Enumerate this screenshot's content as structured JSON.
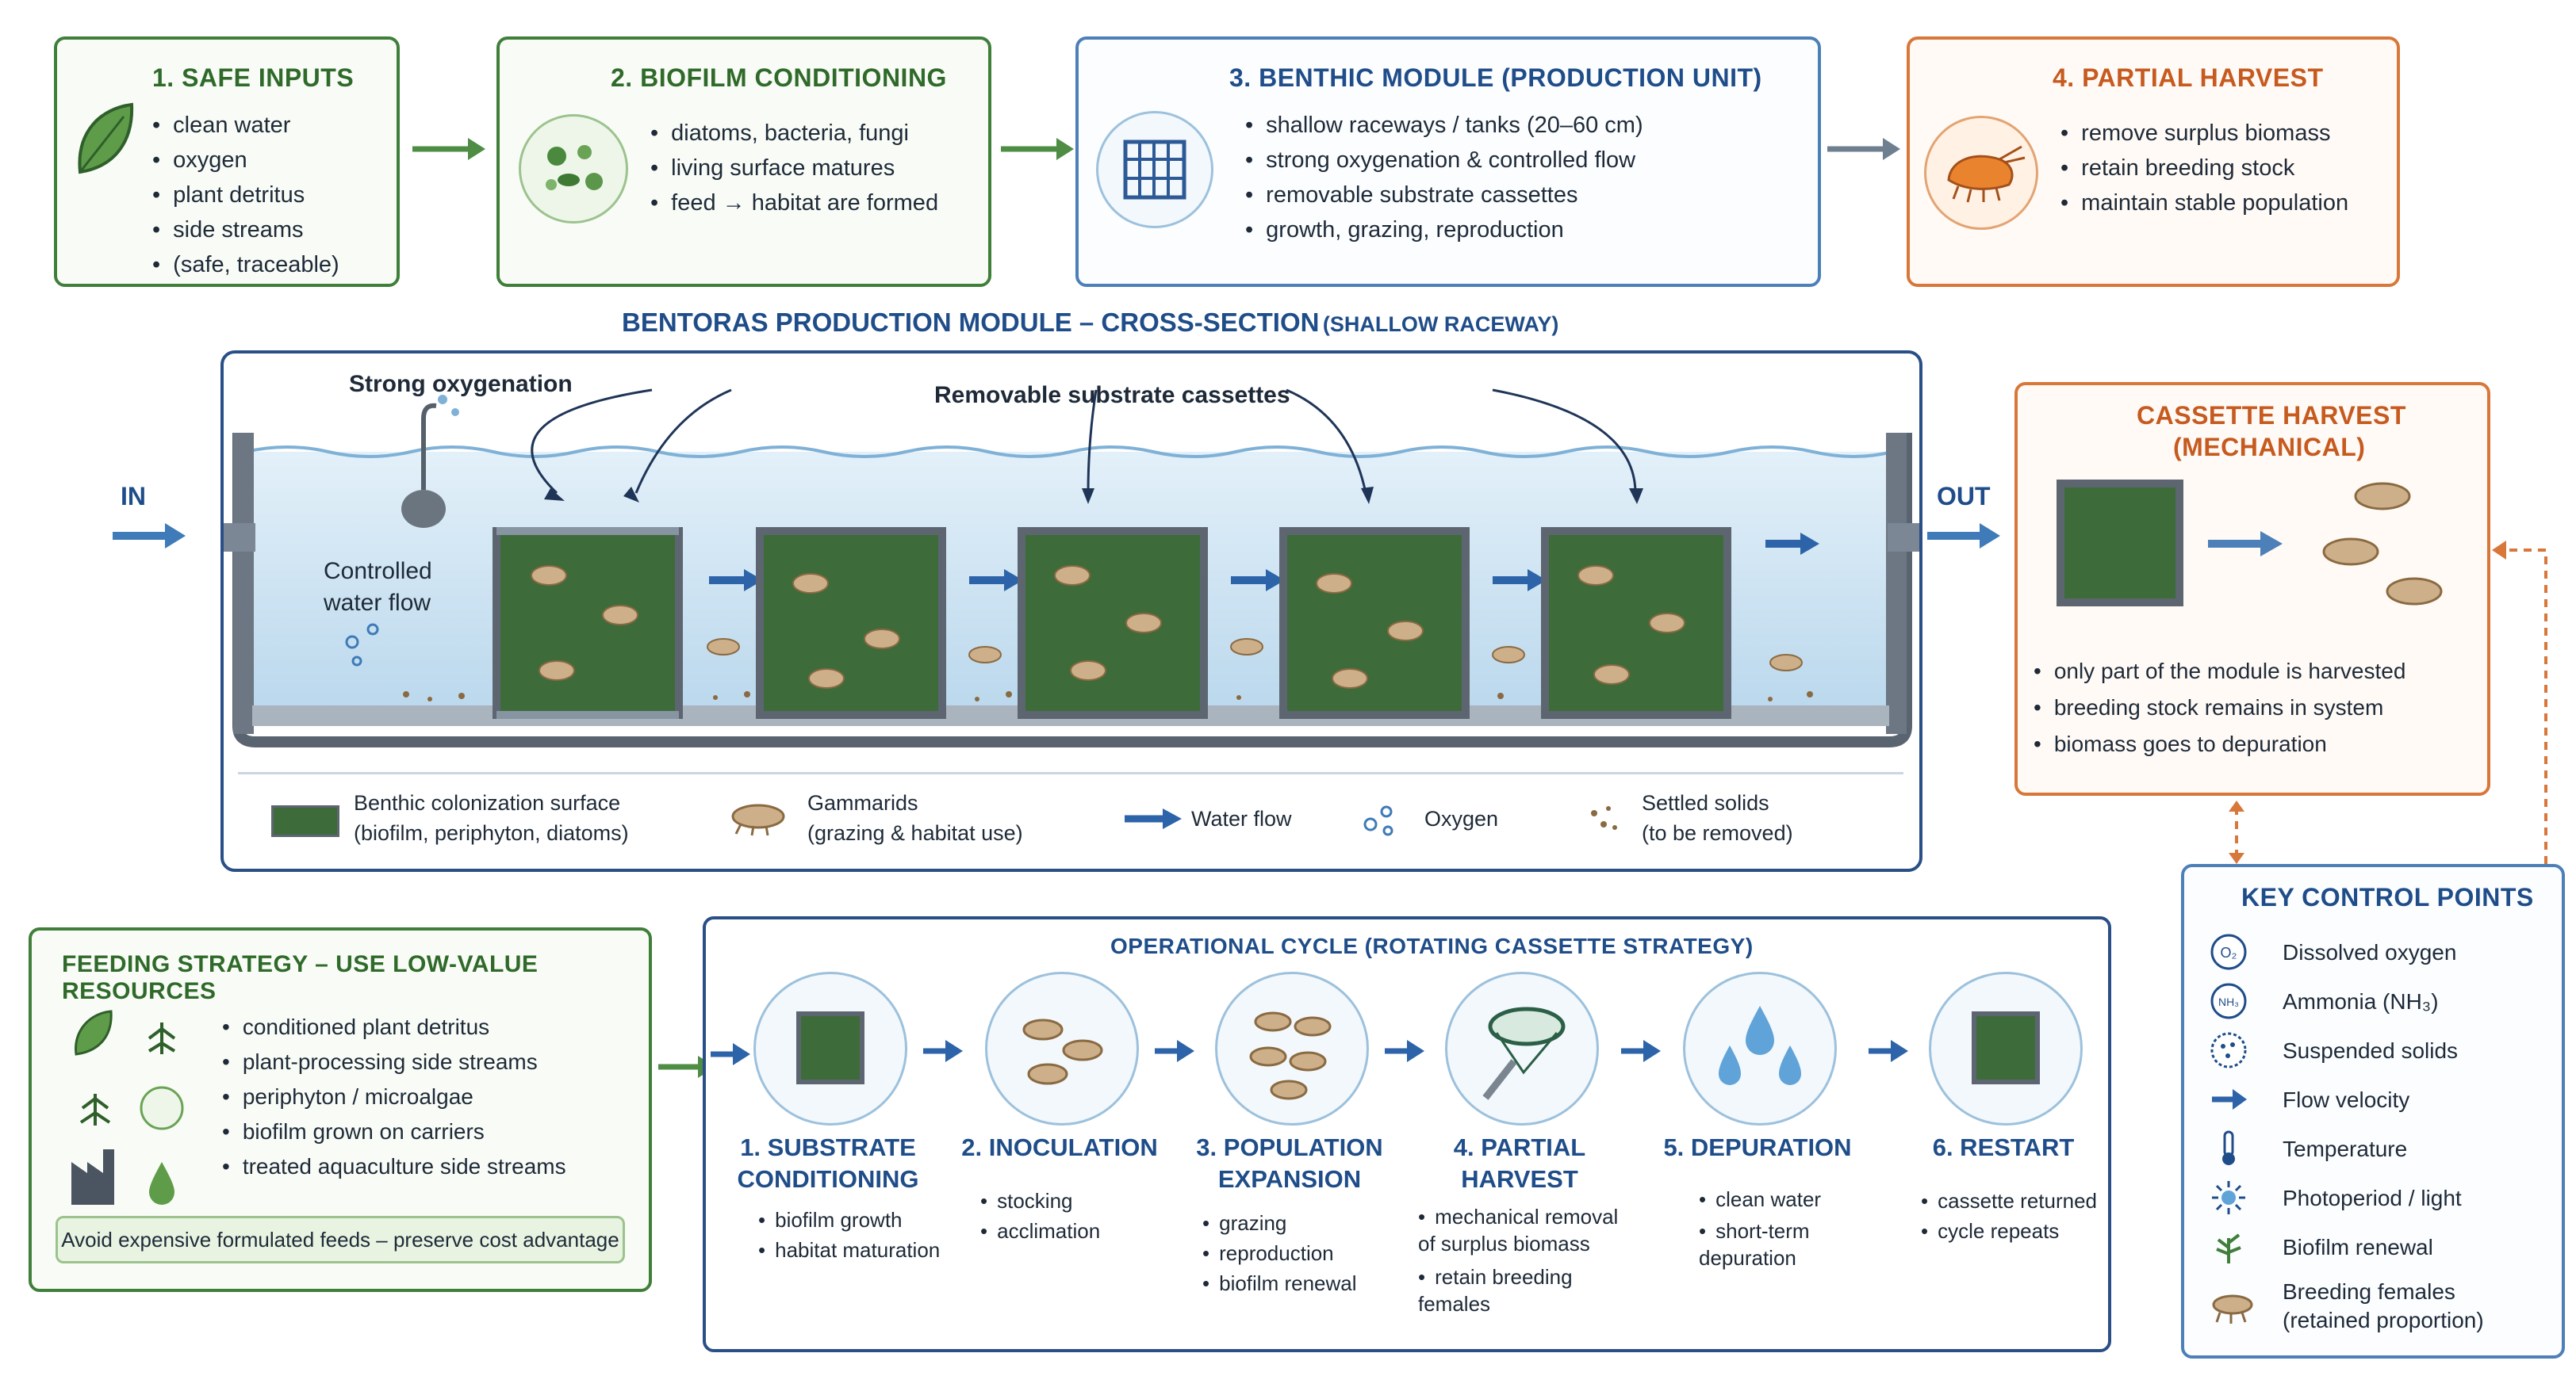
{
  "top_boxes": [
    {
      "title": "1. SAFE INPUTS",
      "items": [
        "clean water",
        "oxygen",
        "plant detritus",
        "side streams",
        "(safe, traceable)"
      ]
    },
    {
      "title": "2. BIOFILM CONDITIONING",
      "items": [
        "diatoms, bacteria, fungi",
        "living surface matures",
        "feed → habitat are formed"
      ]
    },
    {
      "title": "3. BENTHIC MODULE (PRODUCTION UNIT)",
      "items": [
        "shallow raceways / tanks (20–60 cm)",
        "strong oxygenation & controlled flow",
        "removable substrate cassettes",
        "growth, grazing, reproduction"
      ]
    },
    {
      "title": "4. PARTIAL HARVEST",
      "items": [
        "remove surplus biomass",
        "retain breeding stock",
        "maintain stable population"
      ]
    }
  ],
  "cross_section": {
    "title": "BENTORAS PRODUCTION MODULE – CROSS-SECTION",
    "title_suffix": "(SHALLOW RACEWAY)",
    "in_label": "IN",
    "out_label": "OUT",
    "oxygenation_label": "Strong oxygenation",
    "cassettes_label": "Removable substrate cassettes",
    "flow_label_1": "Controlled",
    "flow_label_2": "water flow"
  },
  "legend": [
    {
      "icon": "biofilm-swatch-icon",
      "line1": "Benthic colonization surface",
      "line2": "(biofilm, periphyton, diatoms)"
    },
    {
      "icon": "gammarid-icon",
      "line1": "Gammarids",
      "line2": "(grazing & habitat use)"
    },
    {
      "icon": "water-flow-arrow-icon",
      "line1": "Water flow",
      "line2": ""
    },
    {
      "icon": "oxygen-bubbles-icon",
      "line1": "Oxygen",
      "line2": ""
    },
    {
      "icon": "settled-solids-icon",
      "line1": "Settled solids",
      "line2": "(to be removed)"
    }
  ],
  "cassette_harvest": {
    "title_1": "CASSETTE HARVEST",
    "title_2": "(MECHANICAL)",
    "items": [
      "only part of the module is harvested",
      "breeding stock remains in system",
      "biomass goes to depuration"
    ]
  },
  "feeding": {
    "title": "FEEDING STRATEGY – USE LOW-VALUE RESOURCES",
    "items": [
      "conditioned plant detritus",
      "plant-processing side streams",
      "periphyton / microalgae",
      "biofilm grown on carriers",
      "treated aquaculture side streams"
    ],
    "note": "Avoid expensive formulated feeds – preserve cost advantage"
  },
  "cycle": {
    "title": "OPERATIONAL CYCLE (ROTATING CASSETTE STRATEGY)",
    "steps": [
      {
        "t1": "1. SUBSTRATE",
        "t2": "CONDITIONING",
        "items": [
          "biofilm growth",
          "habitat maturation"
        ]
      },
      {
        "t1": "2. INOCULATION",
        "t2": "",
        "items": [
          "stocking",
          "acclimation"
        ]
      },
      {
        "t1": "3. POPULATION",
        "t2": "EXPANSION",
        "items": [
          "grazing",
          "reproduction",
          "biofilm renewal"
        ]
      },
      {
        "t1": "4. PARTIAL",
        "t2": "HARVEST",
        "items": [
          "mechanical removal of surplus biomass",
          "retain breeding females"
        ]
      },
      {
        "t1": "5. DEPURATION",
        "t2": "",
        "items": [
          "clean water",
          "short-term depuration"
        ]
      },
      {
        "t1": "6. RESTART",
        "t2": "",
        "items": [
          "cassette returned",
          "cycle repeats"
        ]
      }
    ]
  },
  "kcp": {
    "title": "KEY CONTROL POINTS",
    "items": [
      {
        "icon": "o2-icon",
        "label": "Dissolved oxygen",
        "glyph": "O₂"
      },
      {
        "icon": "nh3-icon",
        "label": "Ammonia (NH₃)",
        "glyph": "NH₃"
      },
      {
        "icon": "suspended-solids-icon",
        "label": "Suspended solids",
        "glyph": ""
      },
      {
        "icon": "flow-velocity-icon",
        "label": "Flow velocity",
        "glyph": ""
      },
      {
        "icon": "thermometer-icon",
        "label": "Temperature",
        "glyph": ""
      },
      {
        "icon": "light-icon",
        "label": "Photoperiod / light",
        "glyph": ""
      },
      {
        "icon": "biofilm-icon",
        "label": "Biofilm renewal",
        "glyph": ""
      },
      {
        "icon": "gammarid-female-icon",
        "label": "Breeding females",
        "label2": "(retained proportion)",
        "glyph": ""
      }
    ]
  },
  "colors": {
    "green": "#3f7f3a",
    "blue": "#4d7fb8",
    "orange": "#d8773a",
    "navy": "#2a4f86",
    "water": "#cfe4f3",
    "biofilm": "#3e6b3a"
  }
}
